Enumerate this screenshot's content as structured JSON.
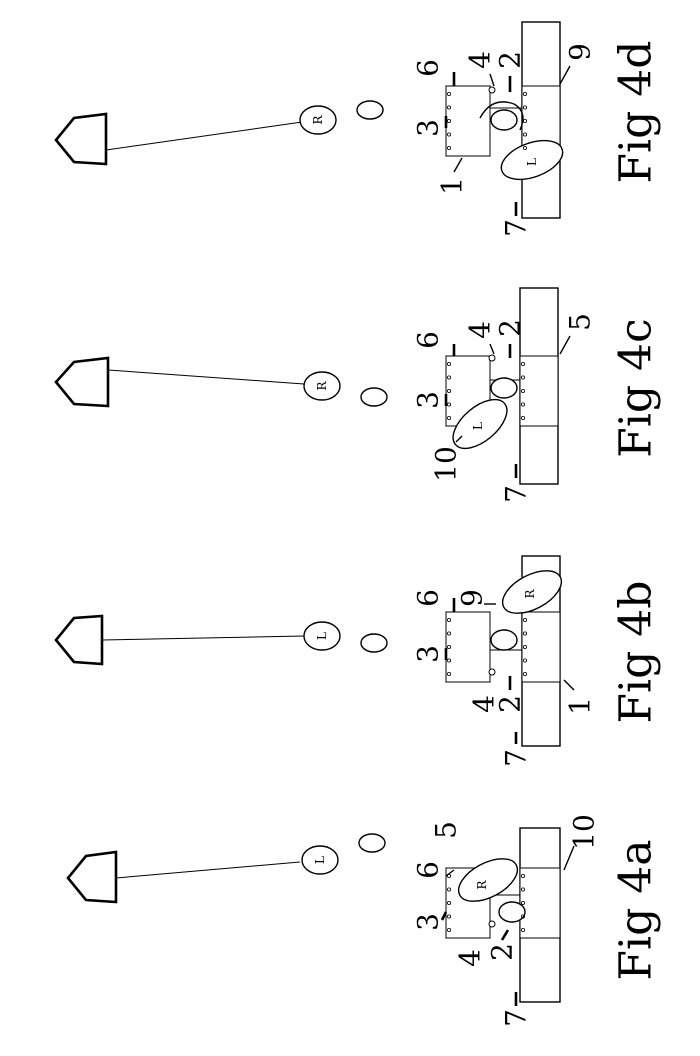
{
  "figures": [
    {
      "caption": "Fig 4a",
      "planted_foot": "L",
      "step_foot": "R",
      "labels": [
        {
          "text": "7",
          "part": "base-plate"
        },
        {
          "text": "2",
          "part": "bridge"
        },
        {
          "text": "4",
          "part": "pivot"
        },
        {
          "text": "3",
          "part": "left-pad"
        },
        {
          "text": "6",
          "part": "left-pad-edge"
        },
        {
          "text": "5",
          "part": "stepping-foot"
        },
        {
          "text": "10",
          "part": "right-pad-edge"
        }
      ]
    },
    {
      "caption": "Fig 4b",
      "planted_foot": "L",
      "step_foot": "R",
      "labels": [
        {
          "text": "7",
          "part": "base-plate"
        },
        {
          "text": "2",
          "part": "bridge"
        },
        {
          "text": "4",
          "part": "pivot"
        },
        {
          "text": "1",
          "part": "right-pad"
        },
        {
          "text": "3",
          "part": "left-pad"
        },
        {
          "text": "6",
          "part": "left-pad-edge"
        },
        {
          "text": "9",
          "part": "left-pad-notch"
        }
      ]
    },
    {
      "caption": "Fig 4c",
      "planted_foot": "R",
      "step_foot": "L",
      "labels": [
        {
          "text": "10",
          "part": "stepping-foot"
        },
        {
          "text": "7",
          "part": "base-plate"
        },
        {
          "text": "3",
          "part": "left-pad"
        },
        {
          "text": "6",
          "part": "left-pad-edge"
        },
        {
          "text": "4",
          "part": "pivot"
        },
        {
          "text": "2",
          "part": "bridge"
        },
        {
          "text": "5",
          "part": "right-pad-edge"
        }
      ]
    },
    {
      "caption": "Fig 4d",
      "planted_foot": "R",
      "step_foot": "L",
      "labels": [
        {
          "text": "7",
          "part": "base-plate"
        },
        {
          "text": "1",
          "part": "left-pad"
        },
        {
          "text": "3",
          "part": "left-pad-center"
        },
        {
          "text": "6",
          "part": "left-pad-edge"
        },
        {
          "text": "4",
          "part": "pivot"
        },
        {
          "text": "2",
          "part": "bridge"
        },
        {
          "text": "9",
          "part": "right-pad-edge"
        }
      ]
    }
  ]
}
